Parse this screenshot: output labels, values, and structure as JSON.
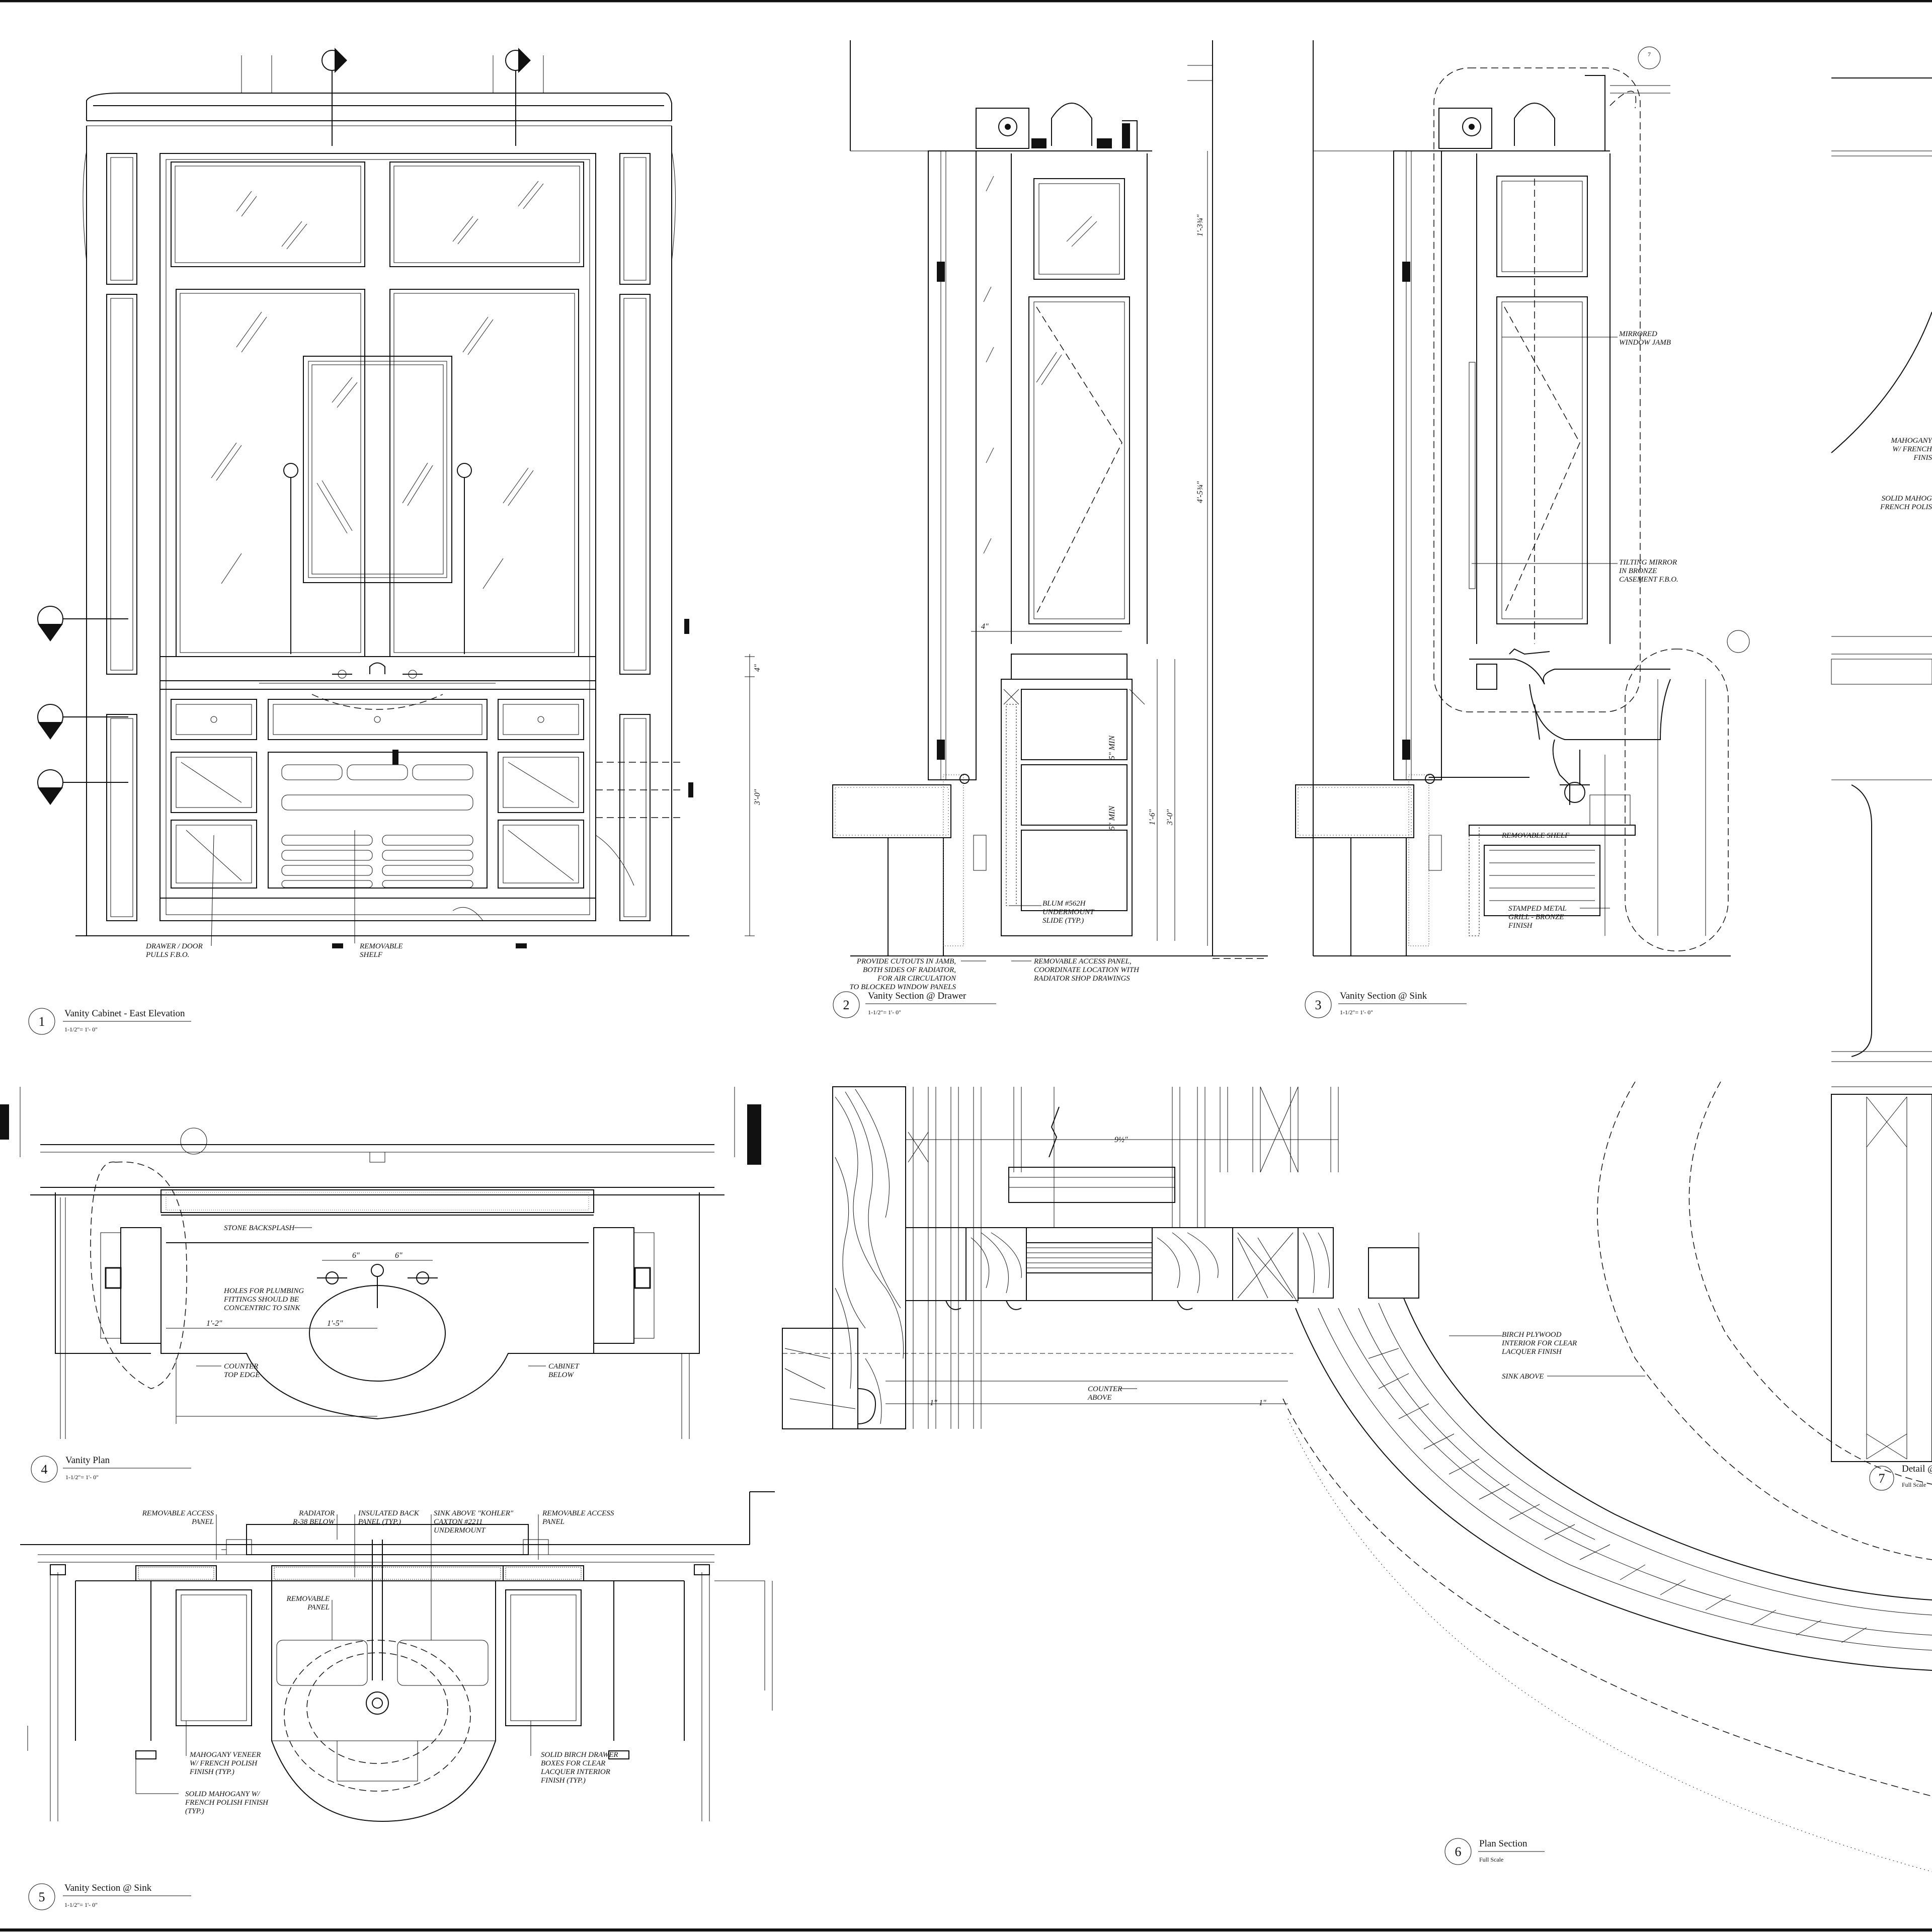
{
  "sheet": {
    "border_color": "#111111",
    "background": "#ffffff"
  },
  "drawings": [
    {
      "id": "1",
      "number": "1",
      "title": "Vanity Cabinet - East Elevation",
      "scale": "1-1/2\"= 1'- 0\""
    },
    {
      "id": "2",
      "number": "2",
      "title": "Vanity Section @ Drawer",
      "scale": "1-1/2\"= 1'- 0\""
    },
    {
      "id": "3",
      "number": "3",
      "title": "Vanity Section @ Sink",
      "scale": "1-1/2\"= 1'- 0\""
    },
    {
      "id": "4",
      "number": "4",
      "title": "Vanity Plan",
      "scale": "1-1/2\"= 1'- 0\""
    },
    {
      "id": "5",
      "number": "5",
      "title": "Vanity Section @ Sink",
      "scale": "1-1/2\"= 1'- 0\""
    },
    {
      "id": "6",
      "number": "6",
      "title": "Plan Section",
      "scale": "Full Scale"
    },
    {
      "id": "7",
      "number": "7",
      "title": "Detail @",
      "scale": "Full Scale"
    }
  ],
  "notes": {
    "drawing1": {
      "drawer_pulls": [
        "DRAWER / DOOR",
        "PULLS F.B.O."
      ],
      "removable_shelf": [
        "REMOVABLE",
        "SHELF"
      ],
      "dim_height": "3'-0\"",
      "dim_top": "4\""
    },
    "drawing2": {
      "blum": [
        "BLUM #562H",
        "UNDERMOUNT",
        "SLIDE (TYP.)"
      ],
      "cutouts": [
        "PROVIDE CUTOUTS IN JAMB,",
        "BOTH SIDES OF RADIATOR,",
        "FOR AIR CIRCULATION",
        "TO BLOCKED WINDOW PANELS"
      ],
      "access_panel": [
        "REMOVABLE ACCESS PANEL,",
        "COORDINATE LOCATION WITH",
        "RADIATOR SHOP DRAWINGS"
      ],
      "dim_4": "4\"",
      "dim_min1": "5\" MIN",
      "dim_min2": "5\" MIN",
      "dim_3_0": "3'-0\"",
      "dim_1_6": "1'-6\""
    },
    "drawing3": {
      "mirrored_jamb": [
        "MIRRORED",
        "WINDOW JAMB"
      ],
      "tilting_mirror": [
        "TILTING MIRROR",
        "IN BRONZE",
        "CASEMENT F.B.O."
      ],
      "removable_shelf": "REMOVABLE SHELF",
      "stamped_grill": [
        "STAMPED METAL",
        "GRILL - BRONZE",
        "FINISH"
      ]
    },
    "drawing4": {
      "stone_backsplash": "STONE BACKSPLASH",
      "holes": [
        "HOLES FOR PLUMBING",
        "FITTINGS SHOULD BE",
        "CONCENTRIC TO SINK"
      ],
      "counter_top": [
        "COUNTER",
        "TOP EDGE"
      ],
      "cabinet_below": [
        "CABINET",
        "BELOW"
      ],
      "dim_6a": "6\"",
      "dim_6b": "6\"",
      "dim_1_2": "1'-2\"",
      "dim_1_5": "1'-5\""
    },
    "drawing5": {
      "removable_access_left": [
        "REMOVABLE ACCESS",
        "PANEL"
      ],
      "radiator": [
        "RADIATOR",
        "R-38 BELOW"
      ],
      "insulated_back": [
        "INSULATED BACK",
        "PANEL (TYP.)"
      ],
      "sink_above": [
        "SINK ABOVE \"KOHLER\"",
        "CAXTON #2211",
        "UNDERMOUNT"
      ],
      "removable_access_right": [
        "REMOVABLE ACCESS",
        "PANEL"
      ],
      "removable_panel": [
        "REMOVABLE",
        "PANEL"
      ],
      "mahogany_veneer": [
        "MAHOGANY VENEER",
        "W/ FRENCH POLISH",
        "FINISH (TYP.)"
      ],
      "solid_mahogany": [
        "SOLID MAHOGANY  W/",
        "FRENCH POLISH FINISH",
        "(TYP.)"
      ],
      "solid_birch": [
        "SOLID BIRCH DRAWER",
        "BOXES FOR CLEAR",
        "LACQUER INTERIOR",
        "FINISH (TYP.)"
      ]
    },
    "drawing6": {
      "birch_plywood": [
        "BIRCH PLYWOOD",
        "INTERIOR FOR CLEAR",
        "LACQUER FINISH"
      ],
      "sink_above": "SINK ABOVE",
      "counter_above": [
        "COUNTER",
        "ABOVE"
      ],
      "dim_9_half": "9½\"",
      "dim_1in_a": "1\"",
      "dim_1in_b": "1\""
    },
    "drawing7": {
      "mahogany": [
        "MAHOGANY",
        "W/ FRENCH",
        "FINIS"
      ],
      "solid_mahog": [
        "SOLID MAHOG",
        "FRENCH POLIS"
      ]
    }
  }
}
